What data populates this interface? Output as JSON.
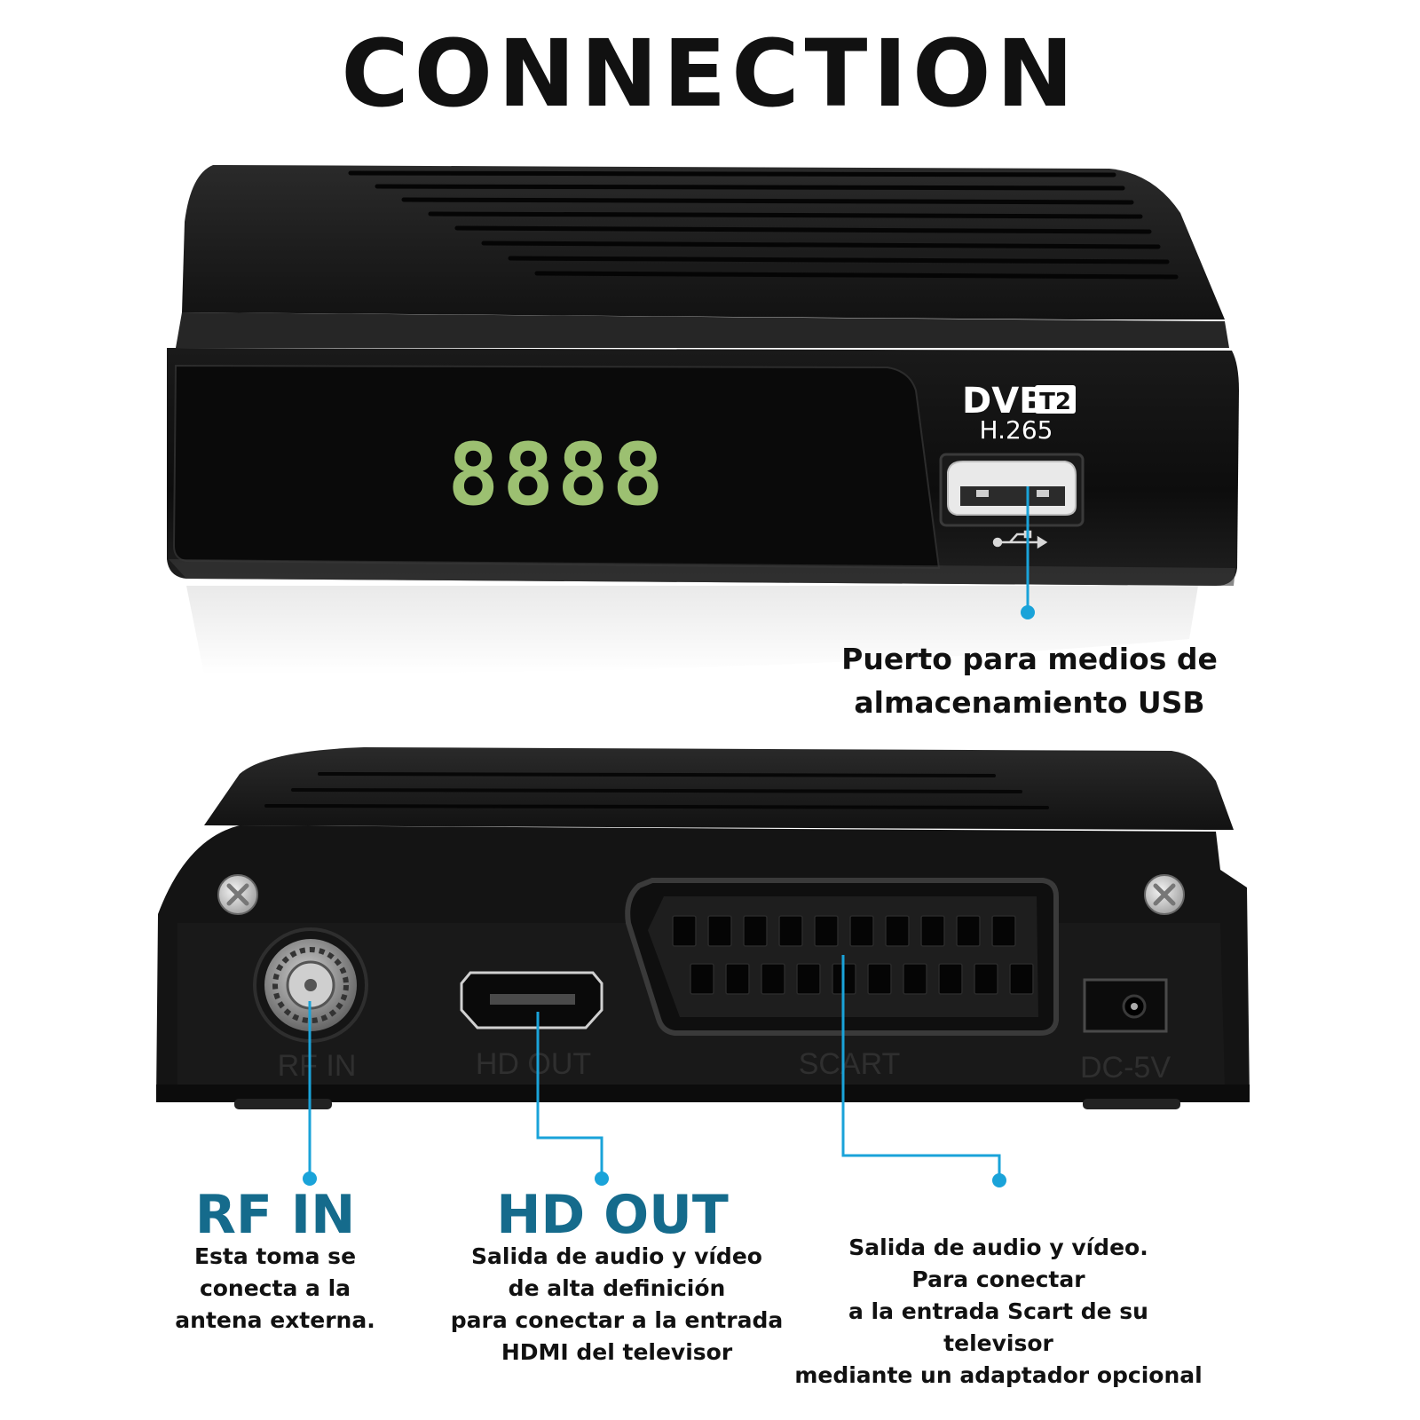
{
  "title": "CONNECTION",
  "colors": {
    "accent_line": "#1aa3d9",
    "heading": "#156b8c",
    "device": "#1c1c1c",
    "display_digits": "#a9d07a"
  },
  "front_panel": {
    "display": "8888",
    "logo_dvb": "DVB",
    "logo_t2": "T2",
    "logo_codec": "H.265",
    "usb_icon": "usb-icon"
  },
  "rear_panel": {
    "port_labels": [
      "RF IN",
      "HD OUT",
      "SCART",
      "DC-5V"
    ]
  },
  "callouts": {
    "usb": {
      "text": "Puerto para medios de\nalmacenamiento USB"
    },
    "rf_in": {
      "heading": "RF IN",
      "text": "Esta toma se\nconecta a la\nantena externa."
    },
    "hd_out": {
      "heading": "HD OUT",
      "text": "Salida de audio y vídeo\nde alta definición\npara conectar a la entrada\nHDMI del televisor"
    },
    "scart": {
      "text": "Salida de audio y vídeo.\nPara conectar\na la entrada Scart de su\ntelevisor\nmediante un adaptador opcional"
    }
  }
}
